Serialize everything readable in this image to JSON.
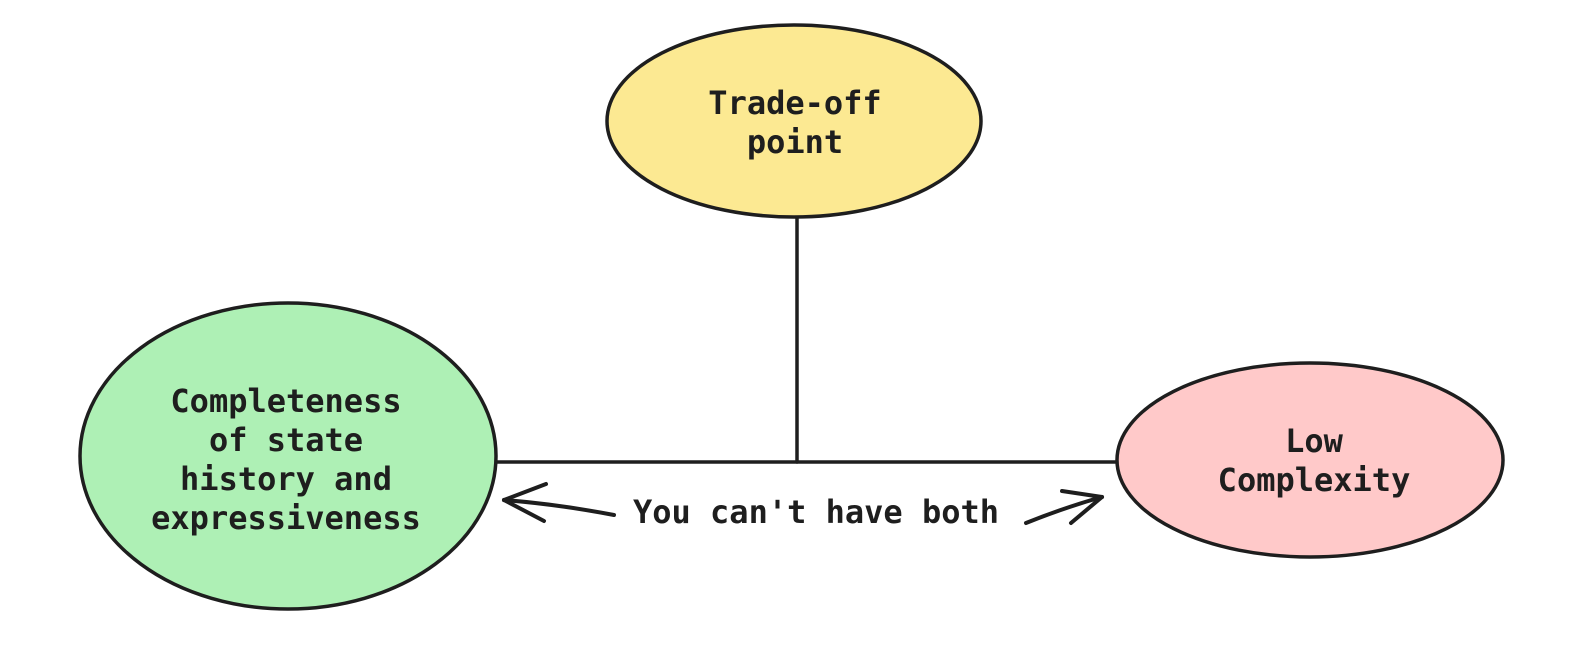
{
  "diagram": {
    "background": "#ffffff",
    "stroke_color": "#1e1e1e",
    "nodes": {
      "tradeoff_point": {
        "fill": "#FCE992",
        "line1": "Trade-off",
        "line2": "point"
      },
      "completeness": {
        "fill": "#AEF0B5",
        "line1": "Completeness",
        "line2": "of state",
        "line3": "history and",
        "line4": "expressiveness"
      },
      "low_complexity": {
        "fill": "#FFC9C9",
        "line1": "Low",
        "line2": "Complexity"
      }
    },
    "annotation": {
      "text": "You can't have both"
    }
  }
}
